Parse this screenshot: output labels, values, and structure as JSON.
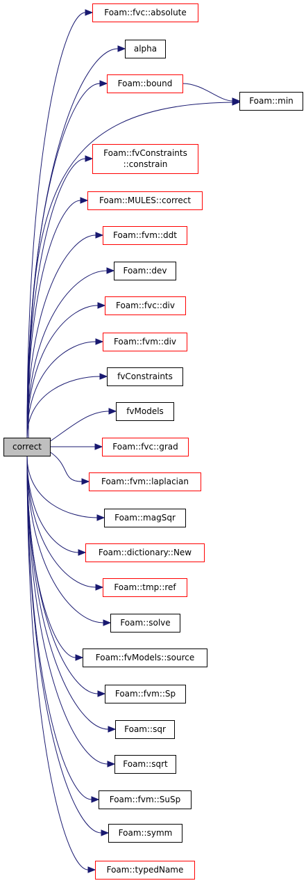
{
  "graph": {
    "root": {
      "id": "correct",
      "label": "correct"
    },
    "colors": {
      "edge": "#191970",
      "documented_border": "#ff0000",
      "plain_border": "#000000",
      "root_fill": "#bfbfbf"
    },
    "nodes": [
      {
        "id": "fvc_absolute",
        "lines": [
          "Foam::fvc::absolute"
        ],
        "style": "red"
      },
      {
        "id": "alpha",
        "lines": [
          "alpha"
        ],
        "style": "black"
      },
      {
        "id": "bound",
        "lines": [
          "Foam::bound"
        ],
        "style": "red"
      },
      {
        "id": "min",
        "lines": [
          "Foam::min"
        ],
        "style": "black"
      },
      {
        "id": "fvConstraints_constrain",
        "lines": [
          "Foam::fvConstraints",
          "::constrain"
        ],
        "style": "red"
      },
      {
        "id": "mules_correct",
        "lines": [
          "Foam::MULES::correct"
        ],
        "style": "red"
      },
      {
        "id": "fvm_ddt",
        "lines": [
          "Foam::fvm::ddt"
        ],
        "style": "red"
      },
      {
        "id": "dev",
        "lines": [
          "Foam::dev"
        ],
        "style": "black"
      },
      {
        "id": "fvc_div",
        "lines": [
          "Foam::fvc::div"
        ],
        "style": "red"
      },
      {
        "id": "fvm_div",
        "lines": [
          "Foam::fvm::div"
        ],
        "style": "red"
      },
      {
        "id": "fvConstraints",
        "lines": [
          "fvConstraints"
        ],
        "style": "black"
      },
      {
        "id": "fvModels",
        "lines": [
          "fvModels"
        ],
        "style": "black"
      },
      {
        "id": "fvc_grad",
        "lines": [
          "Foam::fvc::grad"
        ],
        "style": "red"
      },
      {
        "id": "fvm_laplacian",
        "lines": [
          "Foam::fvm::laplacian"
        ],
        "style": "red"
      },
      {
        "id": "magSqr",
        "lines": [
          "Foam::magSqr"
        ],
        "style": "black"
      },
      {
        "id": "dictionary_new",
        "lines": [
          "Foam::dictionary::New"
        ],
        "style": "red"
      },
      {
        "id": "tmp_ref",
        "lines": [
          "Foam::tmp::ref"
        ],
        "style": "red"
      },
      {
        "id": "solve",
        "lines": [
          "Foam::solve"
        ],
        "style": "black"
      },
      {
        "id": "fvModels_source",
        "lines": [
          "Foam::fvModels::source"
        ],
        "style": "black"
      },
      {
        "id": "fvm_sp",
        "lines": [
          "Foam::fvm::Sp"
        ],
        "style": "black"
      },
      {
        "id": "sqr",
        "lines": [
          "Foam::sqr"
        ],
        "style": "black"
      },
      {
        "id": "sqrt",
        "lines": [
          "Foam::sqrt"
        ],
        "style": "black"
      },
      {
        "id": "fvm_susp",
        "lines": [
          "Foam::fvm::SuSp"
        ],
        "style": "black"
      },
      {
        "id": "symm",
        "lines": [
          "Foam::symm"
        ],
        "style": "black"
      },
      {
        "id": "typedName",
        "lines": [
          "Foam::typedName"
        ],
        "style": "red"
      }
    ],
    "edges": [
      [
        "correct",
        "fvc_absolute"
      ],
      [
        "correct",
        "alpha"
      ],
      [
        "correct",
        "bound"
      ],
      [
        "correct",
        "min"
      ],
      [
        "bound",
        "min"
      ],
      [
        "correct",
        "fvConstraints_constrain"
      ],
      [
        "correct",
        "mules_correct"
      ],
      [
        "correct",
        "fvm_ddt"
      ],
      [
        "correct",
        "dev"
      ],
      [
        "correct",
        "fvc_div"
      ],
      [
        "correct",
        "fvm_div"
      ],
      [
        "correct",
        "fvConstraints"
      ],
      [
        "correct",
        "fvModels"
      ],
      [
        "correct",
        "fvc_grad"
      ],
      [
        "correct",
        "fvm_laplacian"
      ],
      [
        "correct",
        "magSqr"
      ],
      [
        "correct",
        "dictionary_new"
      ],
      [
        "correct",
        "tmp_ref"
      ],
      [
        "correct",
        "solve"
      ],
      [
        "correct",
        "fvModels_source"
      ],
      [
        "correct",
        "fvm_sp"
      ],
      [
        "correct",
        "sqr"
      ],
      [
        "correct",
        "sqrt"
      ],
      [
        "correct",
        "fvm_susp"
      ],
      [
        "correct",
        "symm"
      ],
      [
        "correct",
        "typedName"
      ]
    ]
  }
}
